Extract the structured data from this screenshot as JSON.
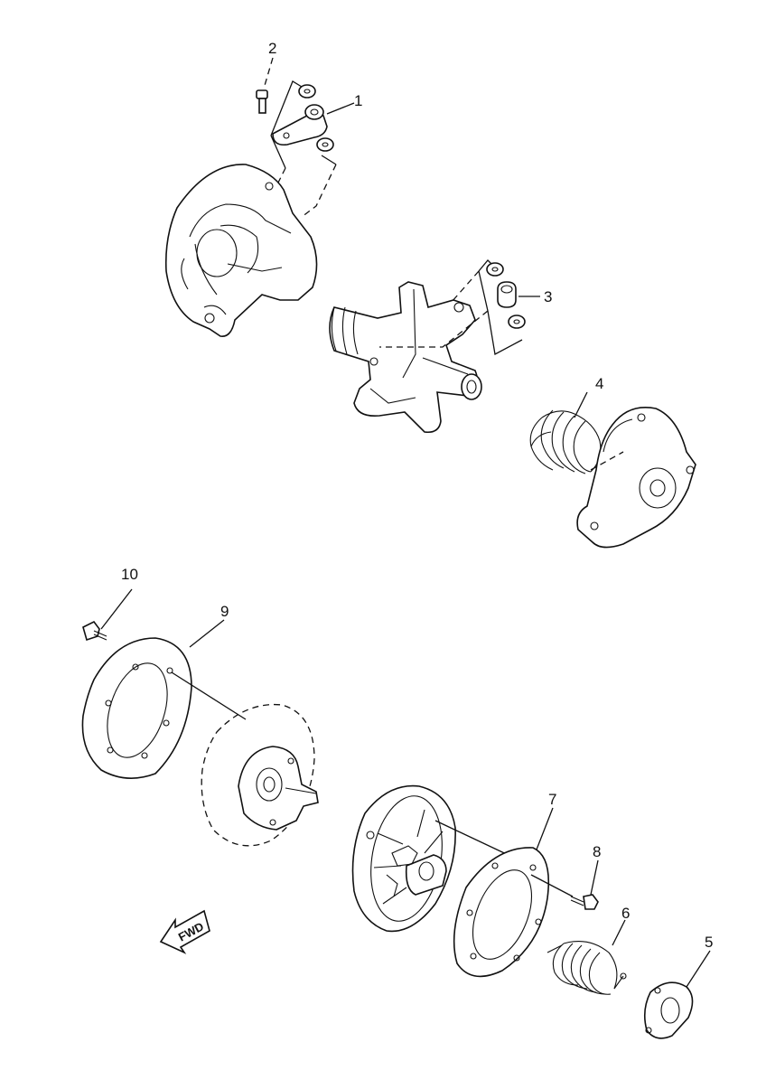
{
  "callouts": [
    {
      "id": "1",
      "text": "1"
    },
    {
      "id": "2",
      "text": "2"
    },
    {
      "id": "3",
      "text": "3"
    },
    {
      "id": "4",
      "text": "4"
    },
    {
      "id": "5",
      "text": "5"
    },
    {
      "id": "6",
      "text": "6"
    },
    {
      "id": "7",
      "text": "7"
    },
    {
      "id": "8",
      "text": "8"
    },
    {
      "id": "9",
      "text": "9"
    },
    {
      "id": "10",
      "text": "10"
    }
  ],
  "direction_marker": {
    "text": "FWD",
    "icon": "arrow-left-down-icon"
  }
}
